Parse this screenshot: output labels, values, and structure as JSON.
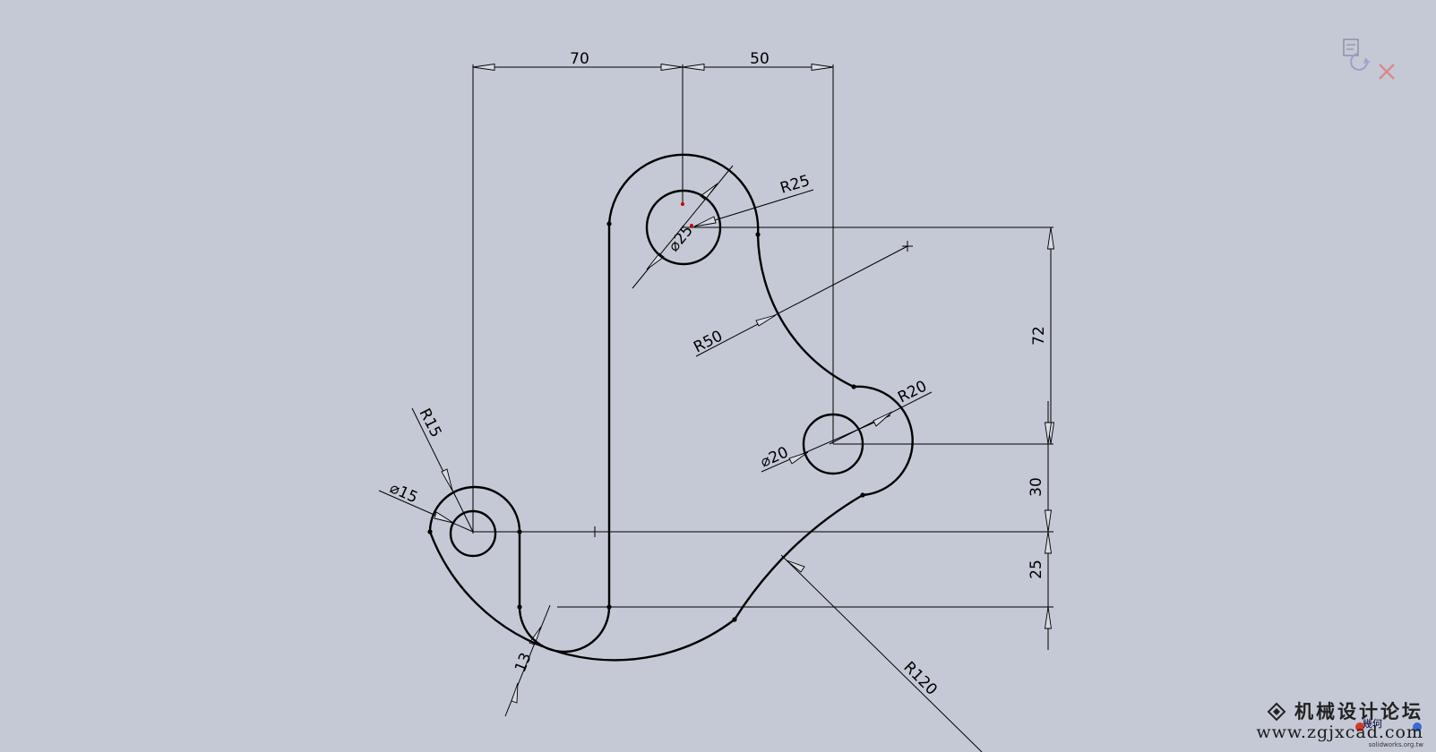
{
  "dimensions": {
    "d70": "70",
    "d50": "50",
    "r25": "R25",
    "phi25": "⌀25",
    "d72": "72",
    "r50": "R50",
    "r20": "R20",
    "phi20": "⌀20",
    "d30": "30",
    "r15": "R15",
    "phi15": "⌀15",
    "d25": "25",
    "d13": "13",
    "r120": "R120"
  },
  "watermark": {
    "title": "机械设计论坛",
    "url": "www.zgjxcad.com",
    "sub": "solidworks.org.tw",
    "zh": "幾何"
  },
  "controls": {
    "rebuild": "rebuild-icon",
    "close": "close-icon"
  },
  "colors": {
    "background": "#c4c9d5",
    "geometry": "#000000",
    "point_marker": "#d00000"
  }
}
